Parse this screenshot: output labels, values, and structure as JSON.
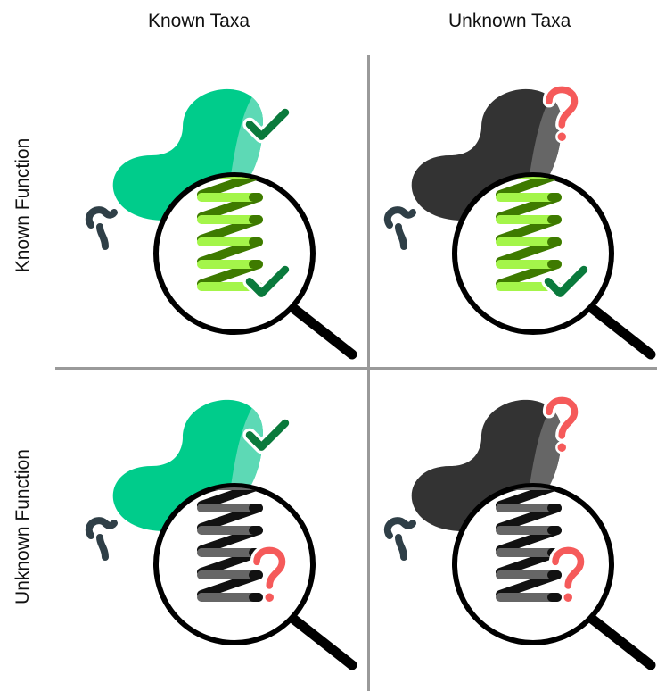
{
  "columns": {
    "left": "Known Taxa",
    "right": "Unknown Taxa"
  },
  "rows": {
    "top": "Known Function",
    "bottom": "Unknown Function"
  },
  "colors": {
    "known_taxa_body": "#00CC8B",
    "known_taxa_body_light": "#5DD9B5",
    "unknown_taxa_body": "#333333",
    "unknown_taxa_body_light": "#666666",
    "known_function_coil": "#A4F54A",
    "known_function_coil_dark": "#3E7A00",
    "unknown_function_coil": "#666666",
    "unknown_function_coil_dark": "#111111",
    "check": "#0A7A3C",
    "question": "#F55A5A",
    "flagellum": "#2F3F47",
    "divider": "#9A9A9A"
  },
  "quadrants": [
    {
      "id": "known-taxa-known-function",
      "taxa": "known",
      "function": "known"
    },
    {
      "id": "unknown-taxa-known-function",
      "taxa": "unknown",
      "function": "known"
    },
    {
      "id": "known-taxa-unknown-function",
      "taxa": "known",
      "function": "unknown"
    },
    {
      "id": "unknown-taxa-unknown-function",
      "taxa": "unknown",
      "function": "unknown"
    }
  ]
}
